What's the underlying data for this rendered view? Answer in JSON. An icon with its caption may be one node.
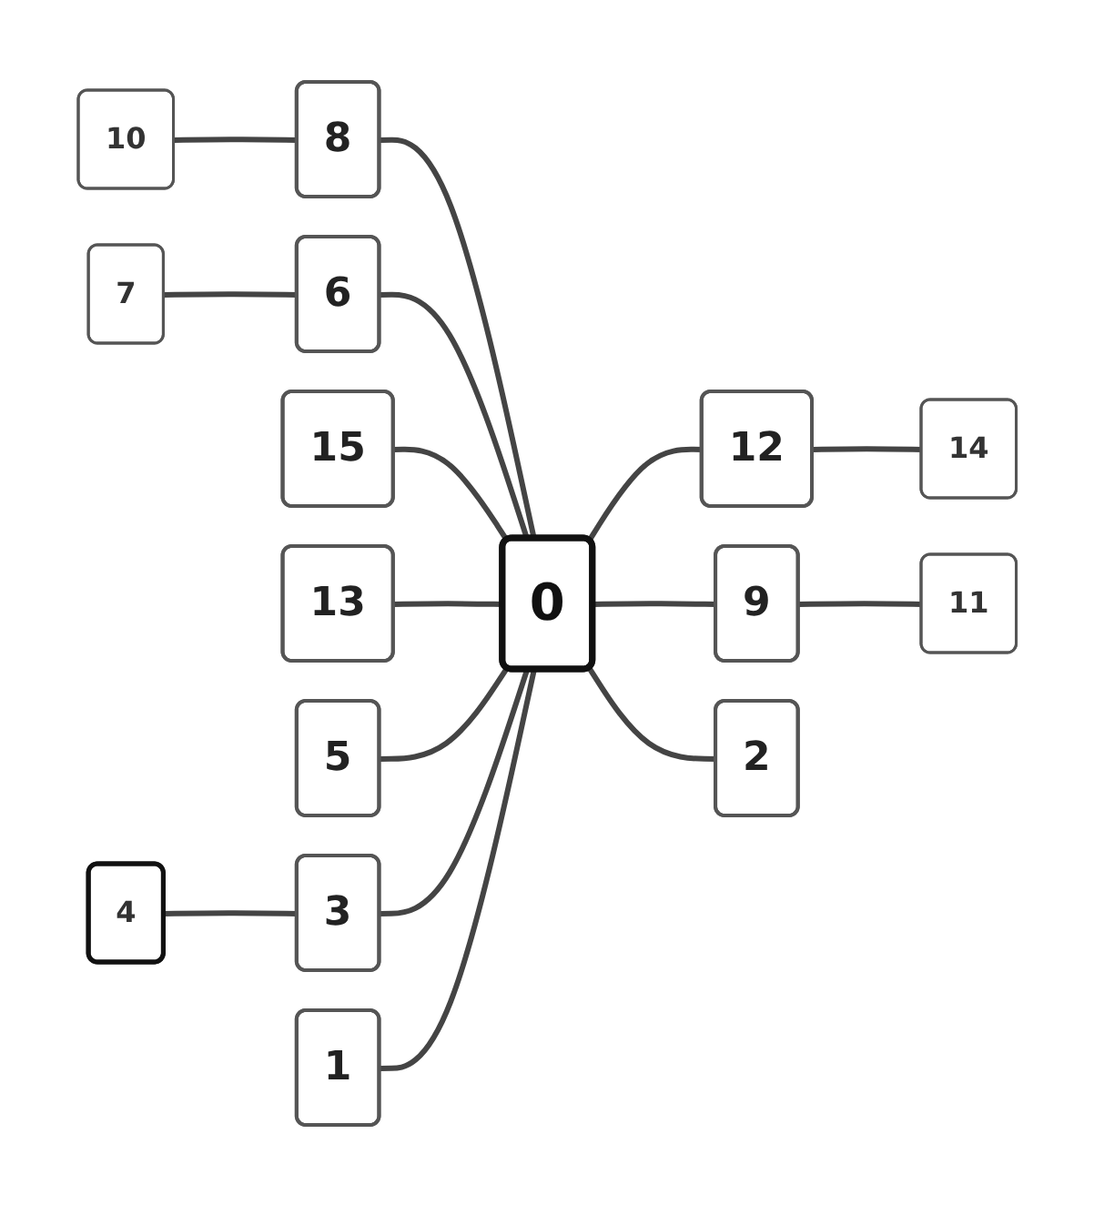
{
  "diagram": {
    "nodes": [
      {
        "text": [
          "0"
        ]
      },
      {
        "text": [
          "8"
        ]
      },
      {
        "text": [
          "10"
        ]
      },
      {
        "text": [
          "6"
        ]
      },
      {
        "text": [
          "7"
        ]
      },
      {
        "text": [
          "15"
        ]
      },
      {
        "text": [
          "13"
        ]
      },
      {
        "text": [
          "5"
        ]
      },
      {
        "text": [
          "3"
        ]
      },
      {
        "text": [
          "4"
        ]
      },
      {
        "text": [
          "1"
        ]
      },
      {
        "text": [
          "12"
        ]
      },
      {
        "text": [
          "14"
        ]
      },
      {
        "text": [
          "9"
        ]
      },
      {
        "text": [
          "11"
        ]
      },
      {
        "text": [
          "2"
        ]
      }
    ],
    "edges": [
      {
        "from": 1,
        "to": 0,
        "arrow": "none"
      },
      {
        "from": 2,
        "to": 1,
        "arrow": "none"
      },
      {
        "from": 3,
        "to": 0,
        "arrow": "none"
      },
      {
        "from": 4,
        "to": 3,
        "arrow": "none"
      },
      {
        "from": 5,
        "to": 0,
        "arrow": "none"
      },
      {
        "from": 6,
        "to": 0,
        "arrow": "none"
      },
      {
        "from": 7,
        "to": 0,
        "arrow": "none"
      },
      {
        "from": 8,
        "to": 0,
        "arrow": "none"
      },
      {
        "from": 9,
        "to": 8,
        "arrow": "none"
      },
      {
        "from": 10,
        "to": 0,
        "arrow": "none"
      },
      {
        "from": 0,
        "to": 11,
        "arrow": "none"
      },
      {
        "from": 11,
        "to": 12,
        "arrow": "none"
      },
      {
        "from": 0,
        "to": 13,
        "arrow": "none"
      },
      {
        "from": 13,
        "to": 14,
        "arrow": "none"
      },
      {
        "from": 0,
        "to": 15,
        "arrow": "none"
      }
    ]
  }
}
